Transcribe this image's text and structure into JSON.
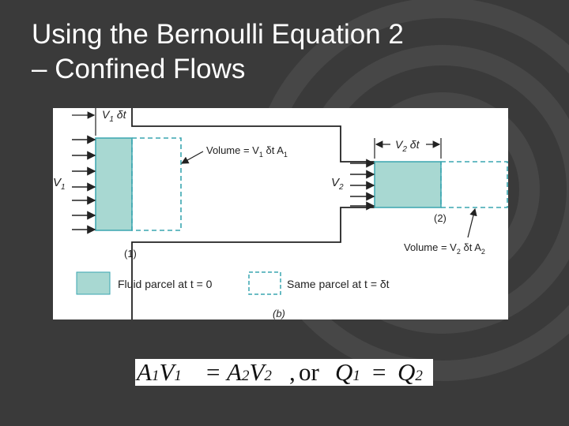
{
  "slide": {
    "title_line1": "Using the Bernoulli Equation 2",
    "title_line2": "– Confined Flows"
  },
  "figure": {
    "label_v1_dt": "V",
    "label_v1_dt_sub": "1",
    "label_v1_dt_rest": " δt",
    "label_v1": "V",
    "label_v1_sub": "1",
    "label_v2": "V",
    "label_v2_sub": "2",
    "label_v2_dt": "V",
    "label_v2_dt_sub": "2",
    "label_v2_dt_rest": " δt",
    "volume1_prefix": "Volume = V",
    "volume1_sub1": "1",
    "volume1_mid": " δt A",
    "volume1_sub2": "1",
    "volume2_prefix": "Volume = V",
    "volume2_sub1": "2",
    "volume2_mid": " δt A",
    "volume2_sub2": "2",
    "section1": "(1)",
    "section2": "(2)",
    "legend_fluid": "Fluid parcel at t = 0",
    "legend_same": "Same parcel at t = δt",
    "caption": "(b)",
    "colors": {
      "parcel_fill": "#a8d8d2",
      "parcel_stroke": "#3aa6b0",
      "line": "#222222"
    }
  },
  "equation": {
    "a": "A",
    "a_sub1": "1",
    "v": "V",
    "v_sub1": "1",
    "eq1": "=",
    "a2": "A",
    "a_sub2": "2",
    "v2": "V",
    "v_sub2": "2",
    "comma": ",",
    "or": "or",
    "q": "Q",
    "q_sub1": "1",
    "eq2": "=",
    "q2": "Q",
    "q_sub2": "2"
  }
}
